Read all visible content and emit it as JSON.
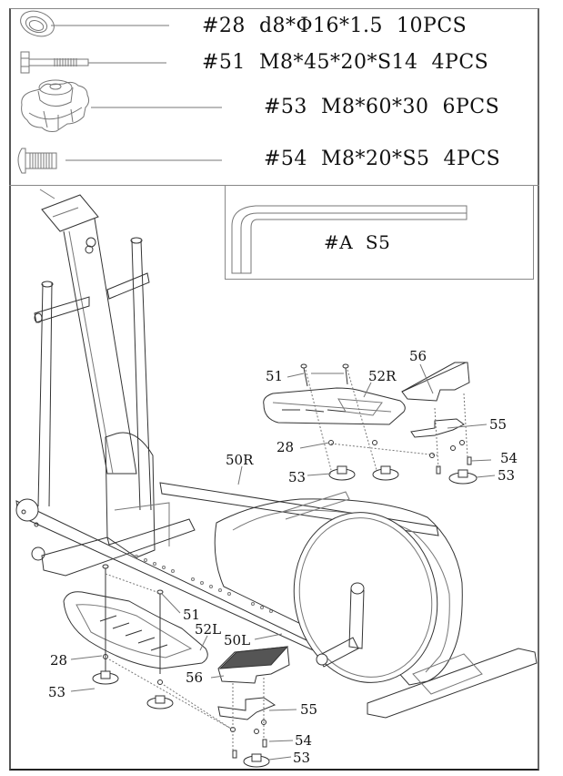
{
  "hardware_list": [
    {
      "part_no": "#28",
      "spec": "d8*Φ16*1.5",
      "qty": "10PCS",
      "icon": "washer-icon"
    },
    {
      "part_no": "#51",
      "spec": "M8*45*20*S14",
      "qty": "4PCS",
      "icon": "hex-bolt-icon"
    },
    {
      "part_no": "#53",
      "spec": "M8*60*30",
      "qty": "6PCS",
      "icon": "knob-nut-icon"
    },
    {
      "part_no": "#54",
      "spec": "M8*20*S5",
      "qty": "4PCS",
      "icon": "button-head-screw-icon"
    }
  ],
  "tool": {
    "part_no": "#A",
    "spec": "S5",
    "icon": "allen-key-icon"
  },
  "callouts": {
    "right_pedal": {
      "bolt": "51",
      "pedal": "52R",
      "cover": "56",
      "bracket": "55",
      "washer": "28",
      "knob_left": "53",
      "screw": "54",
      "knob_right": "53",
      "pedal_arm": "50R"
    },
    "left_pedal": {
      "bolt": "51",
      "pedal": "52L",
      "pedal_arm": "50L",
      "washer": "28",
      "knob": "53",
      "cover": "56",
      "bracket": "55",
      "screw": "54",
      "knob_bottom": "53"
    }
  }
}
